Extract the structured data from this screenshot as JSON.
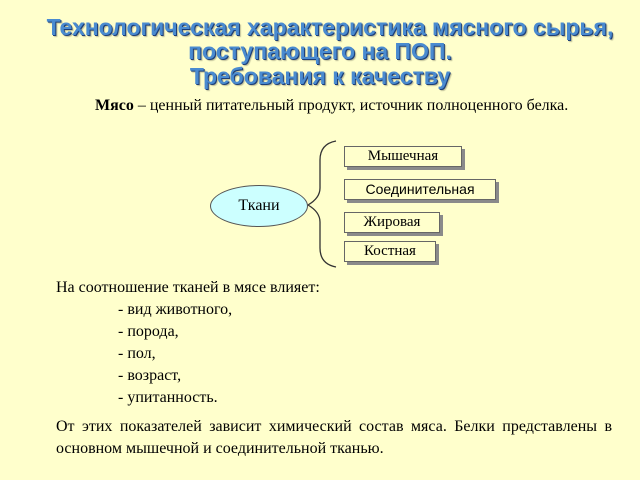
{
  "title": {
    "line1": "Технологическая характеристика мясного сырья,",
    "line2": "поступающего на ПОП.",
    "line3": "Требования к качеству"
  },
  "intro": {
    "bold": "Мясо",
    "rest": " – ценный питательный продукт, источник полноценного белка."
  },
  "diagram": {
    "root": "Ткани",
    "branches": [
      "Мышечная",
      "Соединительная",
      "Жировая",
      "Костная"
    ]
  },
  "factors": {
    "heading": "На соотношение тканей в мясе влияет:",
    "items": [
      "- вид животного,",
      "- порода,",
      "- пол,",
      "- возраст,",
      "- упитанность."
    ]
  },
  "conclusion": "От этих показателей зависит химический состав мяса. Белки представлены в основном мышечной и соединительной тканью."
}
